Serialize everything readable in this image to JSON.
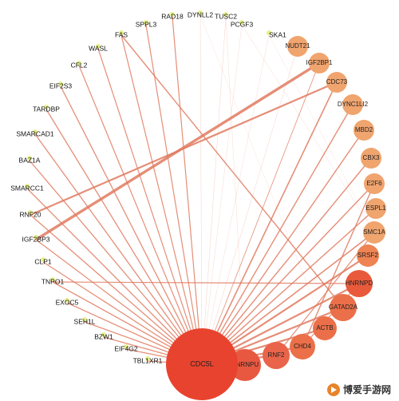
{
  "network": {
    "hub": {
      "label": "CDC5L",
      "color": "#e8432e"
    },
    "nodes": [
      {
        "id": "SKA1",
        "label": "SKA1",
        "kind": "small"
      },
      {
        "id": "PCGF3",
        "label": "PCGF3",
        "kind": "small"
      },
      {
        "id": "TUSC2",
        "label": "TUSC2",
        "kind": "small"
      },
      {
        "id": "DYNLL2",
        "label": "DYNLL2",
        "kind": "small"
      },
      {
        "id": "RAD18",
        "label": "RAD18",
        "kind": "small"
      },
      {
        "id": "SPPL3",
        "label": "SPPL3",
        "kind": "small"
      },
      {
        "id": "FAS",
        "label": "FAS",
        "kind": "small"
      },
      {
        "id": "WASL",
        "label": "WASL",
        "kind": "small"
      },
      {
        "id": "CFL2",
        "label": "CFL2",
        "kind": "small"
      },
      {
        "id": "EIF2S3",
        "label": "EIF2S3",
        "kind": "small"
      },
      {
        "id": "TARDBP",
        "label": "TARDBP",
        "kind": "small"
      },
      {
        "id": "SMARCAD1",
        "label": "SMARCAD1",
        "kind": "small"
      },
      {
        "id": "BAZ1A",
        "label": "BAZ1A",
        "kind": "small"
      },
      {
        "id": "SMARCC1",
        "label": "SMARCC1",
        "kind": "small"
      },
      {
        "id": "RNF20",
        "label": "RNF20",
        "kind": "small"
      },
      {
        "id": "IGF2BP3",
        "label": "IGF2BP3",
        "kind": "small"
      },
      {
        "id": "CLP1",
        "label": "CLP1",
        "kind": "small"
      },
      {
        "id": "TNPO1",
        "label": "TNPO1",
        "kind": "small"
      },
      {
        "id": "EXOC5",
        "label": "EXOC5",
        "kind": "small"
      },
      {
        "id": "SEH1L",
        "label": "SEH1L",
        "kind": "small"
      },
      {
        "id": "BZW1",
        "label": "BZW1",
        "kind": "small"
      },
      {
        "id": "EIF4G2",
        "label": "EIF4G2",
        "kind": "small"
      },
      {
        "id": "TBL1XR1",
        "label": "TBL1XR1",
        "kind": "small"
      },
      {
        "id": "NUDT21",
        "label": "NUDT21",
        "kind": "circle",
        "color": "#f0a46e"
      },
      {
        "id": "IGF2BP1",
        "label": "IGF2BP1",
        "kind": "circle",
        "color": "#f0a46e"
      },
      {
        "id": "CDC73",
        "label": "CDC73",
        "kind": "circle",
        "color": "#f0a46e"
      },
      {
        "id": "DYNC1LI2",
        "label": "DYNC1LI2",
        "kind": "circle",
        "color": "#f0a46e"
      },
      {
        "id": "MBD2",
        "label": "MBD2",
        "kind": "circle",
        "color": "#f0a46e"
      },
      {
        "id": "CBX3",
        "label": "CBX3",
        "kind": "circle",
        "color": "#f0a46e"
      },
      {
        "id": "E2F6",
        "label": "E2F6",
        "kind": "circle",
        "color": "#f0a46e"
      },
      {
        "id": "ESPL1",
        "label": "ESPL1",
        "kind": "circle",
        "color": "#f0a46e"
      },
      {
        "id": "SMC1A",
        "label": "SMC1A",
        "kind": "circle",
        "color": "#f0a46e"
      },
      {
        "id": "SRSF2",
        "label": "SRSF2",
        "kind": "circle",
        "color": "#ee8353"
      },
      {
        "id": "HNRNPD",
        "label": "HNRNPD",
        "kind": "circle",
        "color": "#e85a3b"
      },
      {
        "id": "GATAD2A",
        "label": "GATAD2A",
        "kind": "circle",
        "color": "#eb6f48"
      },
      {
        "id": "ACTB",
        "label": "ACTB",
        "kind": "circle",
        "color": "#eb6f48"
      },
      {
        "id": "CHD4",
        "label": "CHD4",
        "kind": "circle",
        "color": "#eb6f48"
      },
      {
        "id": "RNF2",
        "label": "RNF2",
        "kind": "circle",
        "color": "#e9644a"
      },
      {
        "id": "HNRNPU",
        "label": "HNRNPU",
        "kind": "circle",
        "color": "#e85840"
      }
    ],
    "edge_color": "#e07a5f",
    "small_node_color": "#e6f08a"
  },
  "watermark": {
    "text": "博爱手游网"
  }
}
